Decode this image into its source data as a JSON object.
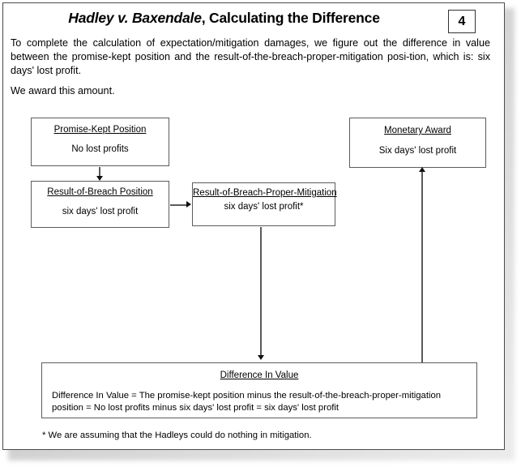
{
  "slide": {
    "title_case": "Hadley v. Baxendale",
    "title_rest": ", Calculating the Difference",
    "page_number": "4",
    "intro_paragraph": "To complete the calculation of expectation/mitigation damages, we figure out the difference in value between the promise-kept position and the result-of-the-breach-proper-mitigation posi-tion, which is: six days' lost profit.",
    "award_line": "We award this amount.",
    "footnote": "* We are assuming that the Hadleys could do nothing in mitigation."
  },
  "flowchart": {
    "boxes": [
      {
        "id": "promise-kept",
        "title": "Promise-Kept Position",
        "body": "No lost profits"
      },
      {
        "id": "result-of-breach",
        "title": "Result-of-Breach Position",
        "body": "six days' lost profit"
      },
      {
        "id": "proper-mitigation",
        "title": "Result-of-Breach-Proper-Mitigation",
        "body": "six days' lost profit*"
      },
      {
        "id": "monetary-award",
        "title": "Monetary Award",
        "body": "Six days' lost profit"
      },
      {
        "id": "difference-in-value",
        "title": "Difference In Value",
        "body": "Difference In Value = The promise-kept position minus the result-of-the-breach-proper-mitigation position = No lost profits minus six days' lost profit = six days' lost profit"
      }
    ],
    "arrows": [
      {
        "id": "promise-kept-to-result-of-breach",
        "direction": "down"
      },
      {
        "id": "result-of-breach-to-proper-mitigation",
        "direction": "right"
      },
      {
        "id": "proper-mitigation-to-difference-in-value",
        "direction": "down"
      },
      {
        "id": "difference-in-value-to-monetary-award",
        "direction": "up"
      }
    ]
  },
  "colors": {
    "text": "#000000",
    "box_border": "#5c5c5c",
    "frame_border": "#4a4a4a",
    "arrow": "#5a5a5a",
    "background": "#ffffff"
  }
}
